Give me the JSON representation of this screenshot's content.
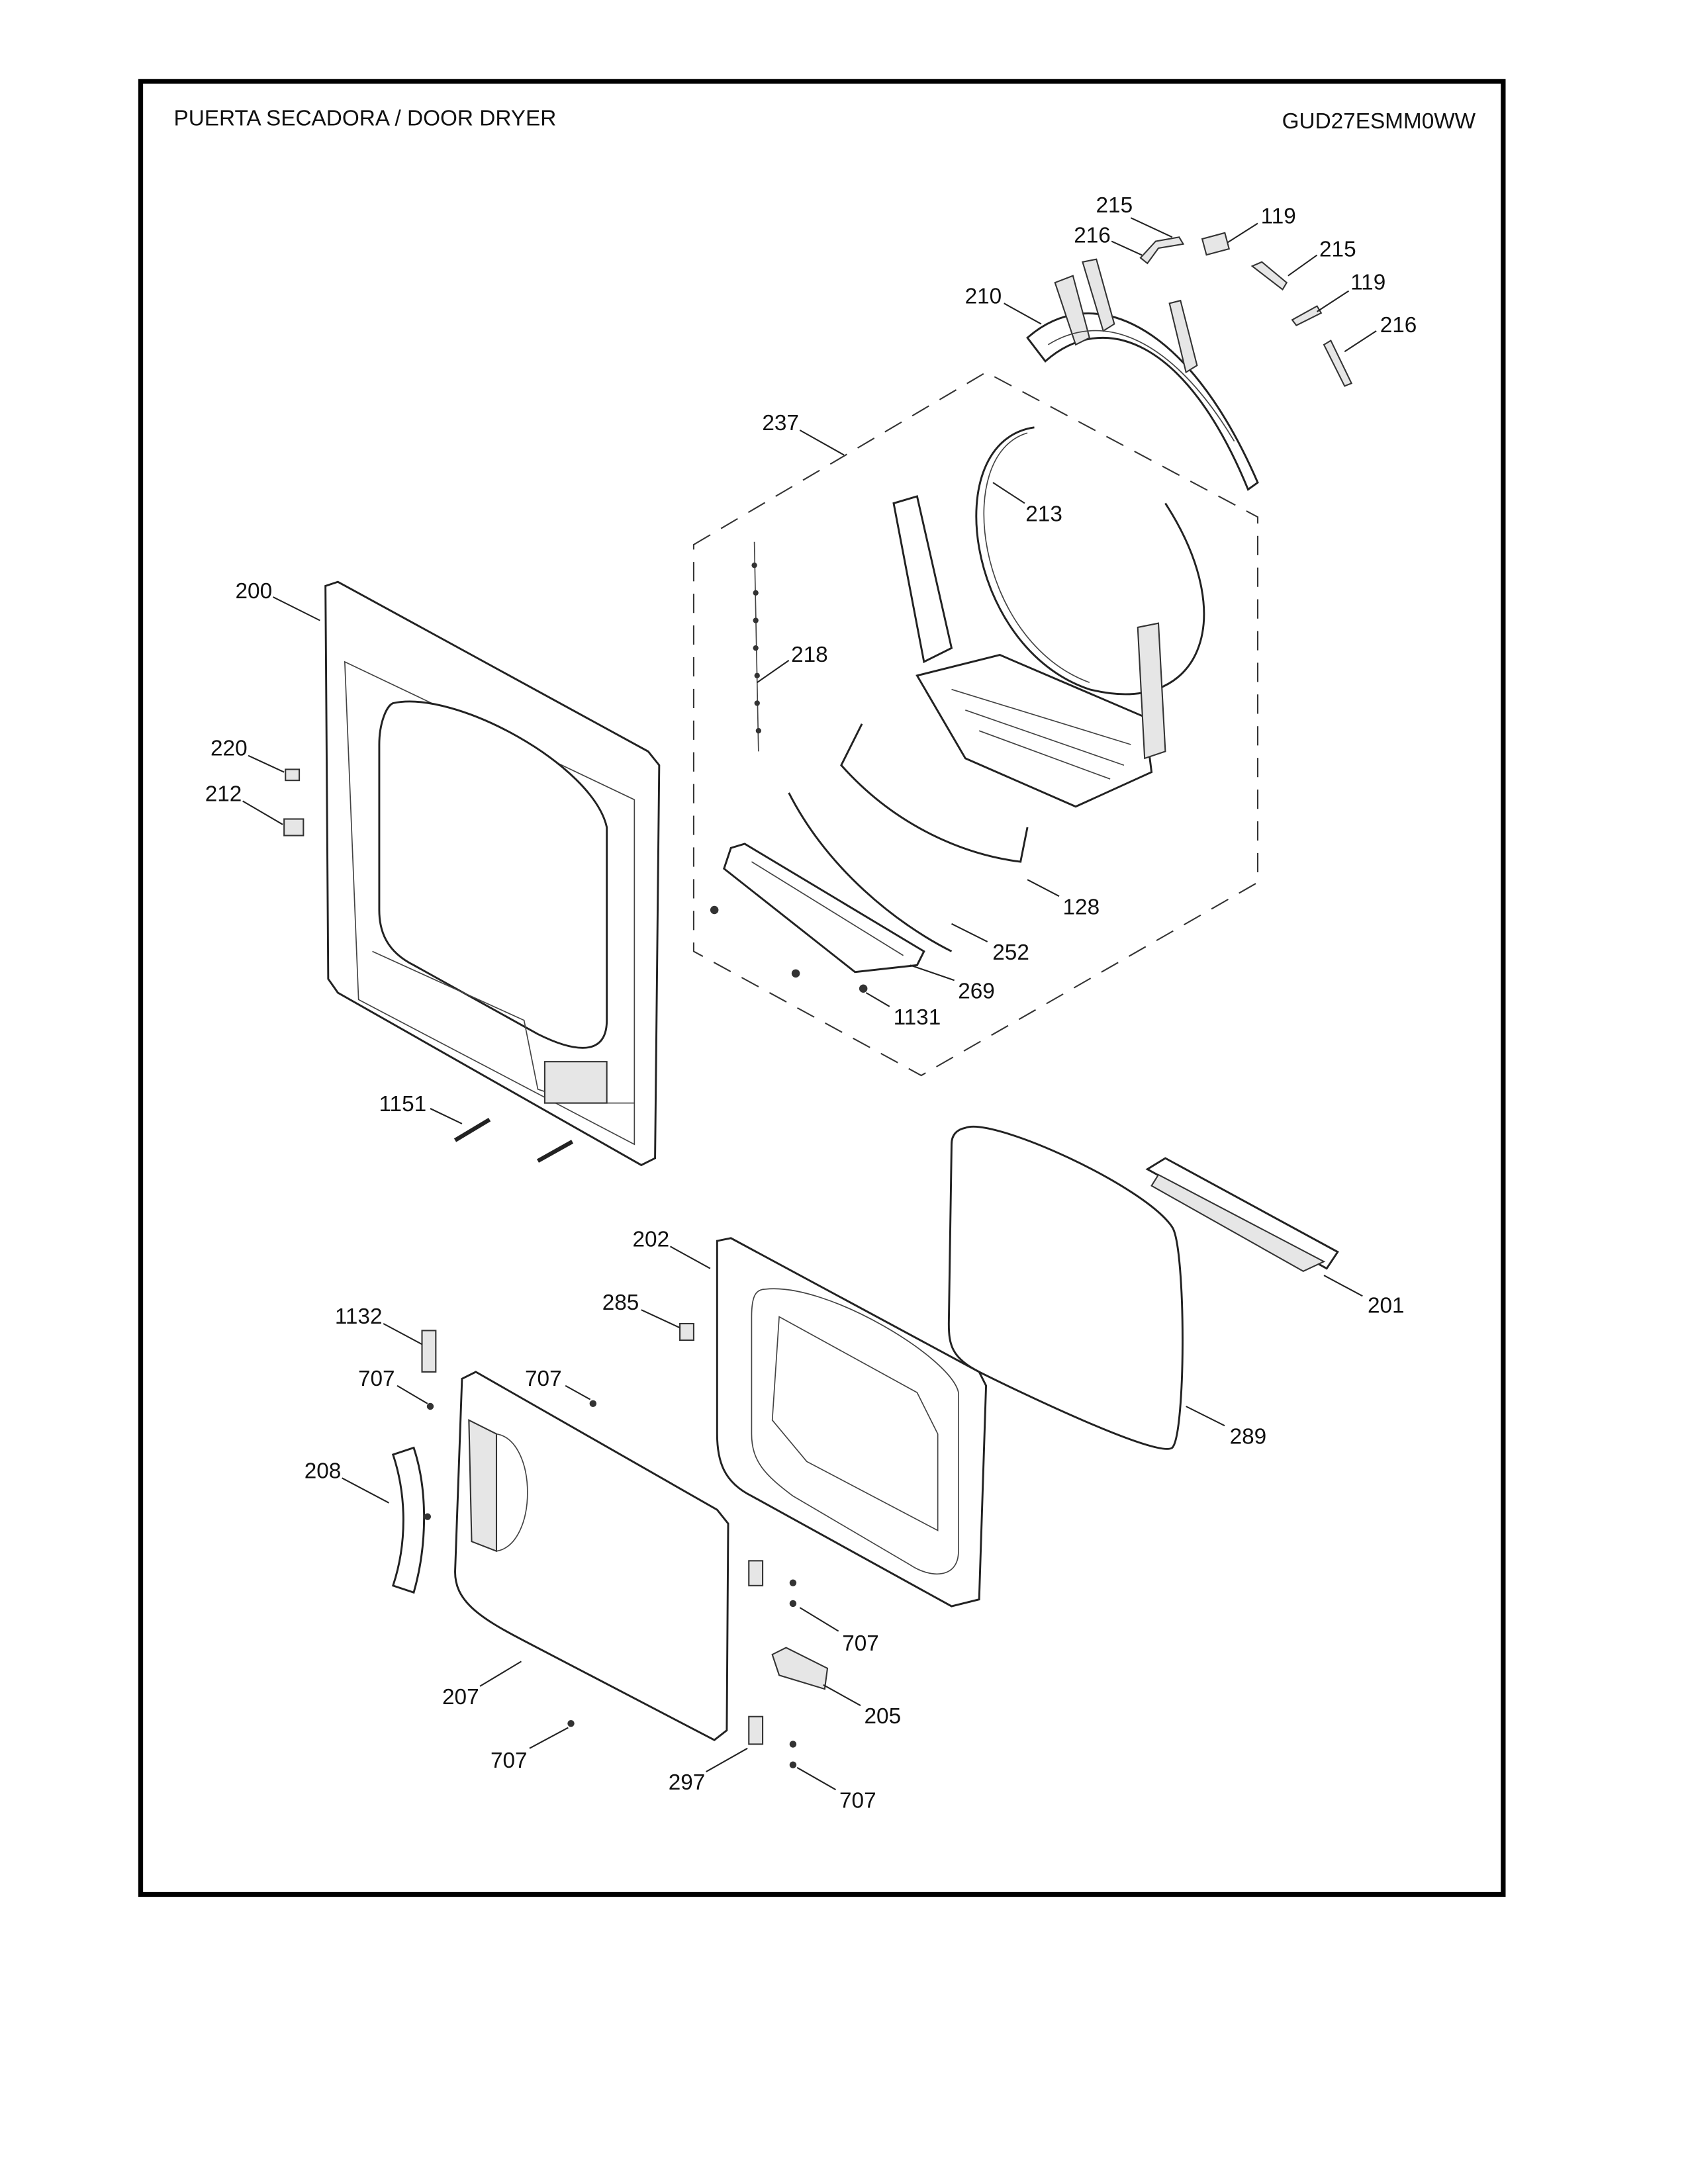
{
  "header": {
    "title": "PUERTA SECADORA / DOOR DRYER",
    "model": "GUD27ESMM0WW"
  },
  "callouts": [
    "215",
    "216",
    "119",
    "215",
    "119",
    "216",
    "210",
    "237",
    "213",
    "200",
    "218",
    "220",
    "212",
    "128",
    "252",
    "269",
    "1131",
    "1151",
    "202",
    "201",
    "285",
    "1132",
    "707",
    "707",
    "289",
    "208",
    "707",
    "207",
    "205",
    "707",
    "297",
    "707"
  ]
}
